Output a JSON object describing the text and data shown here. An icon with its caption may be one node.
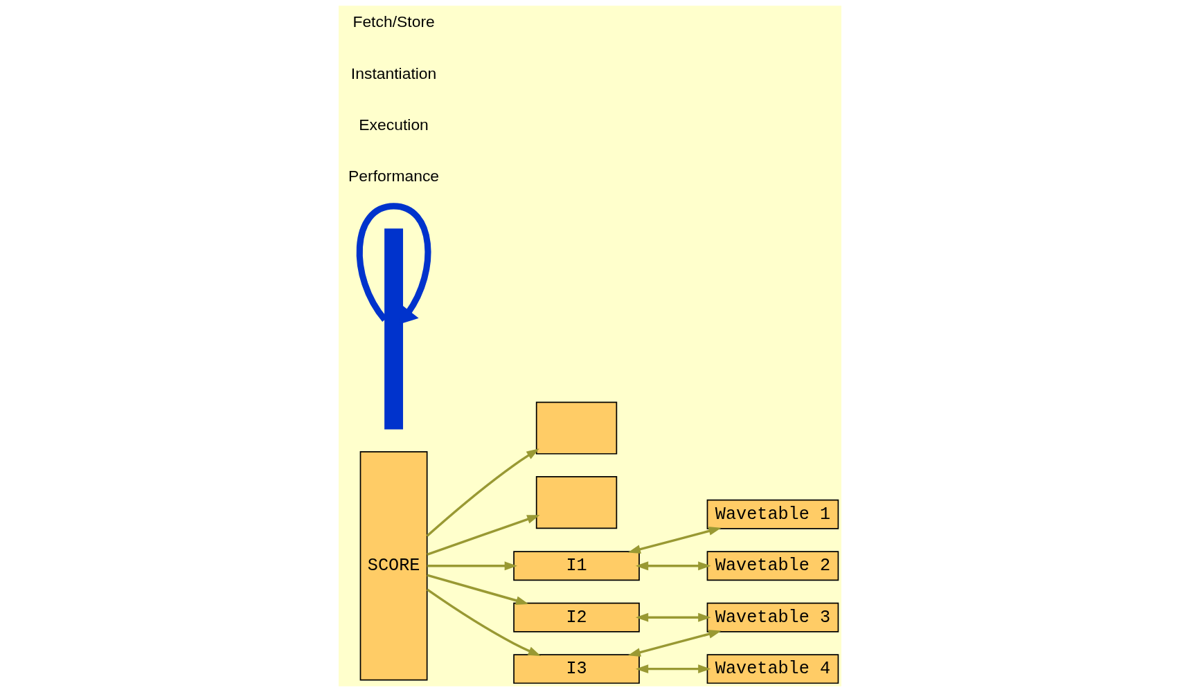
{
  "diagram": {
    "nodes": [
      {
        "text": [
          "SCORE"
        ]
      },
      {
        "text": [],
        "shape": "box"
      },
      {
        "text": [],
        "shape": "box"
      },
      {
        "text": [
          "I1"
        ]
      },
      {
        "text": [
          "I2"
        ]
      },
      {
        "text": [
          "I3"
        ]
      },
      {
        "text": [
          "Wavetable 1"
        ]
      },
      {
        "text": [
          "Wavetable 2"
        ]
      },
      {
        "text": [
          "Wavetable 3"
        ]
      },
      {
        "text": [
          "Wavetable 4"
        ]
      },
      {
        "text": [],
        "shape": "bar"
      }
    ],
    "edges": [
      {
        "from": 0,
        "to": 1,
        "arrow": "to"
      },
      {
        "from": 0,
        "to": 4,
        "arrow": "to"
      },
      {
        "from": 0,
        "to": 2,
        "arrow": "to"
      },
      {
        "from": 0,
        "to": 3,
        "arrow": "to"
      },
      {
        "from": 0,
        "to": 5,
        "arrow": "to"
      },
      {
        "from": 3,
        "to": 6,
        "arrow": "both"
      },
      {
        "from": 3,
        "to": 7,
        "arrow": "both"
      },
      {
        "from": 4,
        "to": 8,
        "arrow": "both"
      },
      {
        "from": 5,
        "to": 8,
        "arrow": "both"
      },
      {
        "from": 5,
        "to": 9,
        "arrow": "both"
      },
      {
        "from": 10,
        "to": 10,
        "arrow": "to",
        "style": "thick",
        "color": "#0033cc"
      }
    ],
    "labels": [
      "Performance",
      "Execution",
      "Instantiation",
      "Fetch/Store"
    ]
  }
}
